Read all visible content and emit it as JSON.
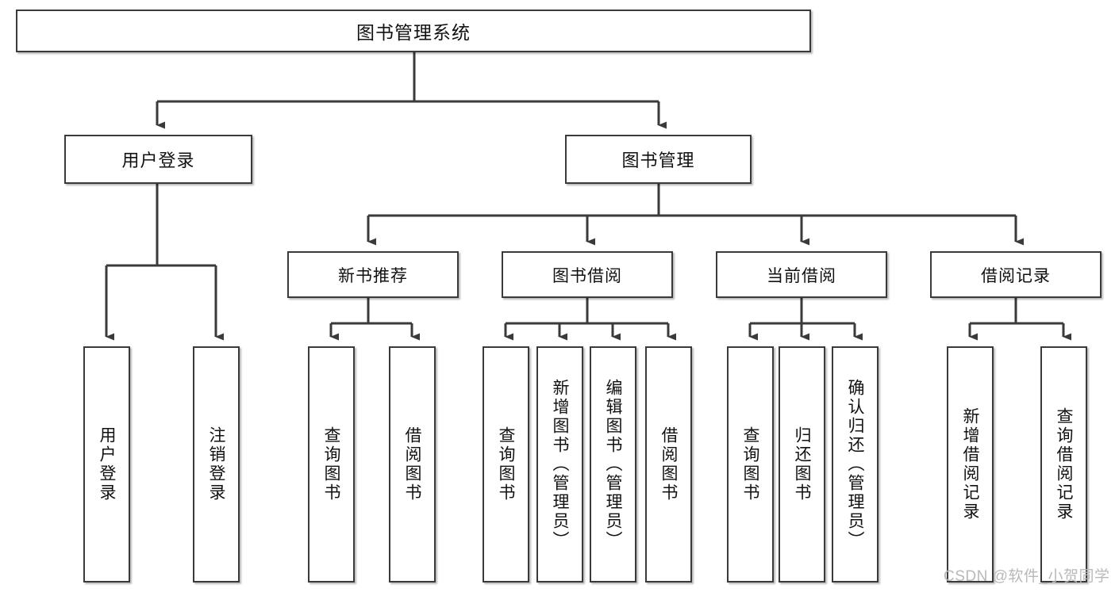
{
  "diagram": {
    "type": "tree-hierarchy",
    "title": "图书管理系统",
    "watermark": "CSDN @软件_小贺同学",
    "colors": {
      "box_border": "#3a3a3a",
      "box_fill": "#ffffff",
      "connector": "#3a3a3a",
      "text": "#111111",
      "watermark": "#b9b9b9",
      "background": "#ffffff"
    },
    "nodes": {
      "root": {
        "label": "图书管理系统"
      },
      "level1": [
        {
          "label": "用户登录"
        },
        {
          "label": "图书管理"
        }
      ],
      "level2": [
        {
          "label": "新书推荐"
        },
        {
          "label": "图书借阅"
        },
        {
          "label": "当前借阅"
        },
        {
          "label": "借阅记录"
        }
      ],
      "leaves": {
        "user_login": [
          {
            "label": "用户登录"
          },
          {
            "label": "注销登录"
          }
        ],
        "new_book_recommend": [
          {
            "label": "查询图书"
          },
          {
            "label": "借阅图书"
          }
        ],
        "book_borrow": [
          {
            "label": "查询图书"
          },
          {
            "label": "新增图书（管理员）"
          },
          {
            "label": "编辑图书（管理员）"
          },
          {
            "label": "借阅图书"
          }
        ],
        "current_borrow": [
          {
            "label": "查询图书"
          },
          {
            "label": "归还图书"
          },
          {
            "label": "确认归还（管理员）"
          }
        ],
        "borrow_record": [
          {
            "label": "新增借阅记录"
          },
          {
            "label": "查询借阅记录"
          }
        ]
      }
    }
  }
}
